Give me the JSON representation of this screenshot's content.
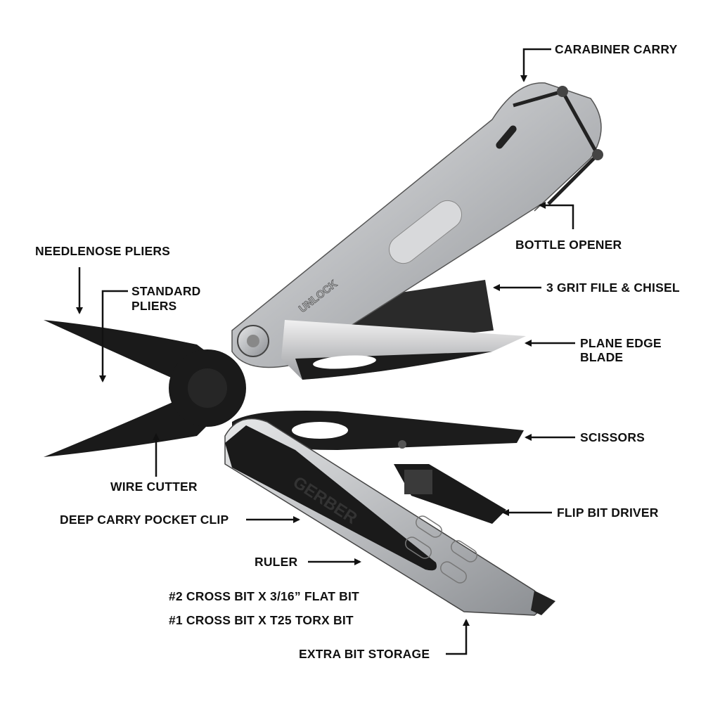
{
  "labels": {
    "carabiner": "CARABINER CARRY",
    "bottle_opener": "BOTTLE OPENER",
    "needlenose": "NEEDLENOSE PLIERS",
    "standard_1": "STANDARD",
    "standard_2": "PLIERS",
    "file": "3 GRIT FILE & CHISEL",
    "blade_1": "PLANE EDGE",
    "blade_2": "BLADE",
    "scissors": "SCISSORS",
    "wire_cutter": "WIRE CUTTER",
    "flip_bit": "FLIP BIT DRIVER",
    "pocket_clip": "DEEP CARRY POCKET CLIP",
    "ruler": "RULER",
    "bit_2": "#2 CROSS BIT X 3/16” FLAT BIT",
    "bit_1": "#1 CROSS BIT X T25 TORX BIT",
    "storage": "EXTRA BIT STORAGE"
  },
  "product_marks": {
    "unlock": "UNLOCK",
    "brand": "GERBER"
  },
  "colors": {
    "steel": "#c9cbcd",
    "black": "#1a1a1a",
    "text": "#111111"
  }
}
